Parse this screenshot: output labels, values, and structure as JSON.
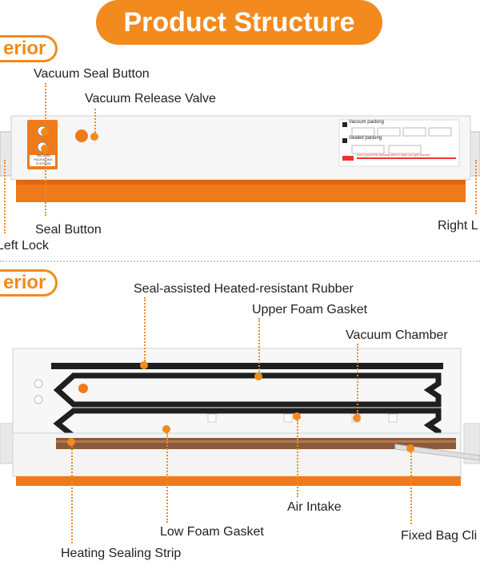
{
  "header": {
    "title": "Product Structure"
  },
  "sections": {
    "exterior": {
      "label": "erior"
    },
    "interior": {
      "label": "erior"
    }
  },
  "exterior_labels": {
    "vacuum_seal_button": "Vacuum Seal Button",
    "vacuum_release_valve": "Vacuum Release Valve",
    "seal_button": "Seal Button",
    "left_lock": "Left Lock",
    "right_lock": "Right L"
  },
  "interior_labels": {
    "rubber": "Seal-assisted Heated-resistant Rubber",
    "upper_gasket": "Upper Foam Gasket",
    "vacuum_chamber": "Vacuum Chamber",
    "air_intake": "Air Intake",
    "low_gasket": "Low Foam Gasket",
    "fixed_bag_clip": "Fixed Bag Cli",
    "heating_strip": "Heating Sealing Strip"
  },
  "device": {
    "panel_text_1": "VACUUM",
    "panel_text_2": "PACKAGING",
    "panel_text_3": "SYSTEMS",
    "instr_title_1": "Vacuum packing",
    "instr_title_2": "Sealed packing",
    "instr_warning": "Don't touch the heating wire in case you get burned."
  },
  "colors": {
    "accent": "#f28a1e",
    "orange_base": "#f07a1a",
    "body": "#f4f4f4"
  },
  "icons": [
    "orange-dot-icon"
  ]
}
